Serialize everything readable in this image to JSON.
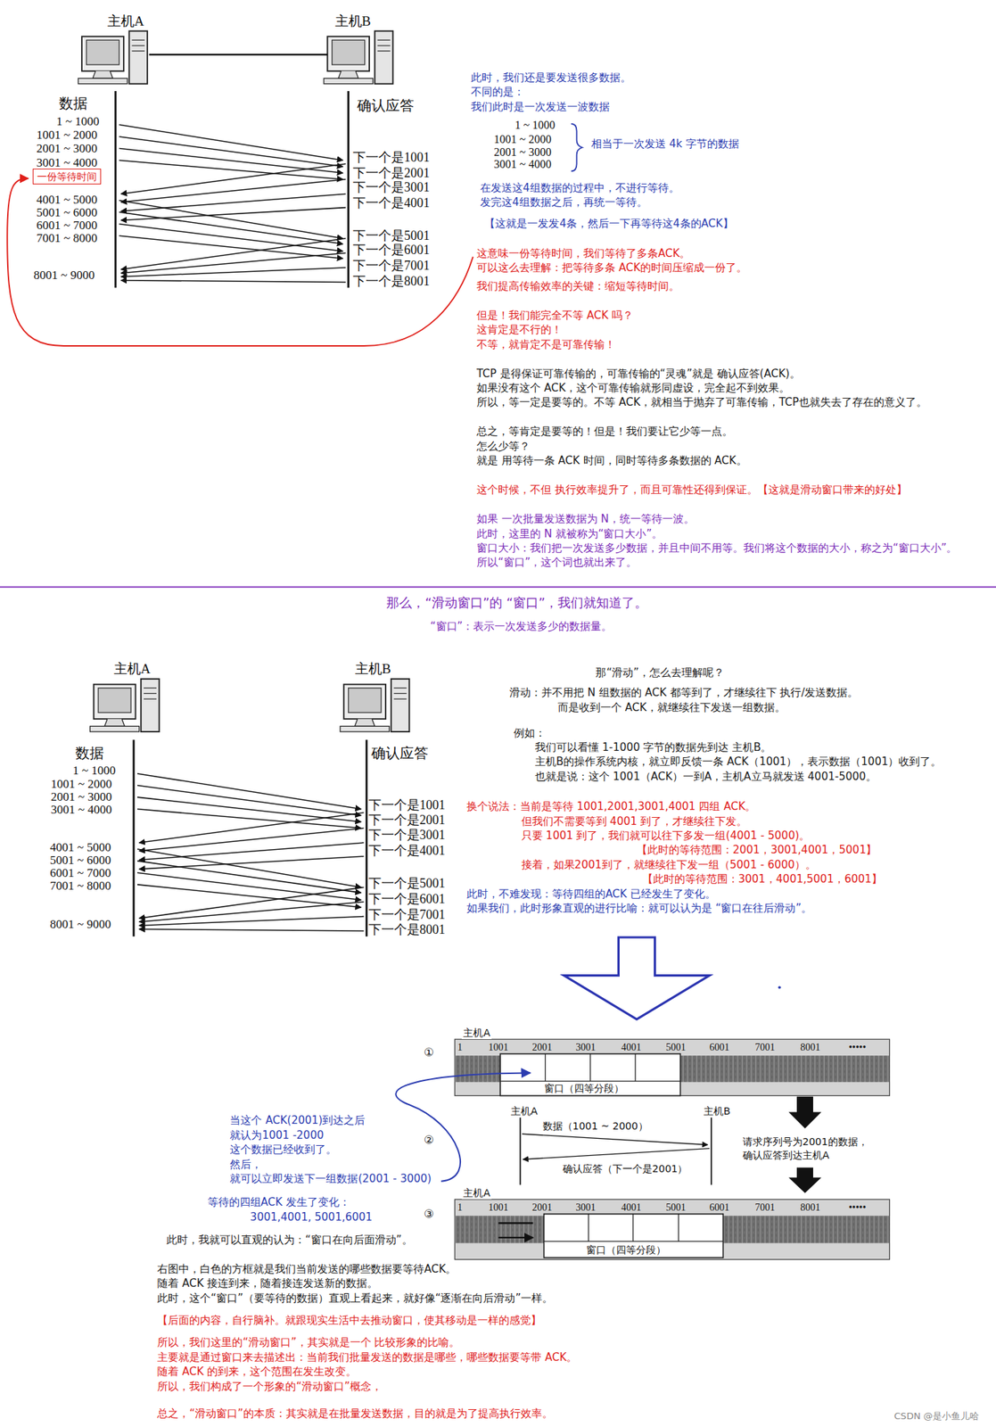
{
  "diagram": {
    "nodes": [
      {
        "text": [
          "一份等待时间"
        ]
      }
    ],
    "labels": [
      "主机A",
      "主机B",
      "数据",
      "确认应答",
      "1 ~ 1000",
      "1001 ~ 2000",
      "2001 ~ 3000",
      "3001 ~ 4000",
      "4001 ~ 5000",
      "5001 ~ 6000",
      "6001 ~ 7000",
      "7001 ~ 8000",
      "8001 ~ 9000",
      "下一个是1001",
      "下一个是2001",
      "下一个是3001",
      "下一个是4001",
      "下一个是5001",
      "下一个是6001",
      "下一个是7001",
      "下一个是8001",
      "此时，我们还是要发送很多数据。",
      "不同的是：",
      "我们此时是一次发送一波数据",
      "1 ~ 1000",
      "1001 ~ 2000",
      "2001 ~ 3000",
      "3001 ~ 4000",
      "相当于一次发送 4k 字节的数据",
      "在发送这4组数据的过程中，不进行等待。",
      "发完这4组数据之后，再统一等待。",
      "【这就是一发发4条，然后一下再等待这4条的ACK】",
      "这意味一份等待时间，我们等待了多条ACK。",
      "可以这么去理解：把等待多条 ACK的时间压缩成一份了。",
      "我们提高传输效率的关键：缩短等待时间。",
      "但是！我们能完全不等 ACK 吗？",
      "这肯定是不行的！",
      "不等，就肯定不是可靠传输！",
      "TCP 是得保证可靠传输的，可靠传输的“灵魂”就是 确认应答(ACK)。",
      "如果没有这个 ACK，这个可靠传输就形同虚设，完全起不到效果。",
      "所以，等一定是要等的。不等 ACK，就相当于抛弃了可靠传输，TCP也就失去了存在的意义了。",
      "总之，等肯定是要等的！但是！我们要让它少等一点。",
      "怎么少等？",
      "就是 用等待一条 ACK 时间，同时等待多条数据的 ACK。",
      "这个时候，不但 执行效率提升了，而且可靠性还得到保证。【这就是滑动窗口带来的好处】",
      "如果 一次批量发送数据为 N，统一等待一波。",
      "此时，这里的 N 就被称为“窗口大小”。",
      "窗口大小：我们把一次发送多少数据，并且中间不用等。我们将这个数据的大小，称之为“窗口大小”。",
      "所以“窗口”，这个词也就出来了。",
      "那么，“滑动窗口”的 “窗口”，我们就知道了。",
      "“窗口”：表示一次发送多少的数据量。",
      "主机A",
      "主机B",
      "数据",
      "确认应答",
      "1 ~ 1000",
      "1001 ~ 2000",
      "2001 ~ 3000",
      "3001 ~ 4000",
      "4001 ~ 5000",
      "5001 ~ 6000",
      "6001 ~ 7000",
      "7001 ~ 8000",
      "8001 ~ 9000",
      "下一个是1001",
      "下一个是2001",
      "下一个是3001",
      "下一个是4001",
      "下一个是5001",
      "下一个是6001",
      "下一个是7001",
      "下一个是8001",
      "那“滑动”，怎么去理解呢？",
      "滑动：并不用把 N 组数据的 ACK 都等到了，才继续往下 执行/发送数据。",
      "而是收到一个 ACK，就继续往下发送一组数据。",
      "例如：",
      "我们可以看懂 1-1000 字节的数据先到达 主机B。",
      "主机B的操作系统内核，就立即反馈一条 ACK（1001），表示数据（1001）收到了。",
      "也就是说：这个 1001（ACK）一到A，主机A立马就发送 4001-5000。",
      "换个说法：当前是等待 1001,2001,3001,4001 四组 ACK。",
      "但我们不需要等到 4001 到了，才继续往下发。",
      "只要 1001 到了，我们就可以往下多发一组(4001 - 5000)。",
      "【此时的等待范围：2001，3001,4001，5001】",
      "接着，如果2001到了，就继续往下发一组（5001 - 6000）。",
      "【此时的等待范围：3001，4001,5001，6001】",
      "此时，不难发现：等待四组的ACK 已经发生了变化。",
      "如果我们，此时形象直观的进行比喻：就可以认为是 “窗口在往后滑动”。",
      "主机A",
      "①",
      "1",
      "1001",
      "2001",
      "3001",
      "4001",
      "5001",
      "6001",
      "7001",
      "8001",
      "•••••",
      "窗口（四等分段）",
      "②",
      "主机A",
      "主机B",
      "数据（1001 ~ 2000）",
      "确认应答（下一个是2001）",
      "请求序列号为2001的数据，",
      "确认应答到达主机A",
      "③",
      "主机A",
      "1",
      "1001",
      "2001",
      "3001",
      "4001",
      "5001",
      "6001",
      "7001",
      "8001",
      "•••••",
      "窗口（四等分段）",
      "当这个 ACK(2001)到达之后",
      "就认为1001 -2000",
      "这个数据已经收到了。",
      "然后，",
      "就可以立即发送下一组数据(2001 - 3000)",
      "等待的四组ACK 发生了变化：",
      "3001,4001, 5001,6001",
      "此时，我就可以直观的认为：“窗口在向后面滑动”。",
      "右图中，白色的方框就是我们当前发送的哪些数据要等待ACK。",
      "随着 ACK 接连到来，随着接连发送新的数据。",
      "此时，这个“窗口”（要等待的数据）直观上看起来，就好像“逐渐在向后滑动”一样。",
      "【后面的内容，自行脑补。就跟现实生活中去推动窗口，使其移动是一样的感觉】",
      "所以，我们这里的“滑动窗口”，其实就是一个 比较形象的比喻。",
      "主要就是通过窗口来去描述出：当前我们批量发送的数据是哪些，哪些数据要等带 ACK。",
      "随着 ACK 的到来，这个范围在发生改变。",
      "所以，我们构成了一个形象的“滑动窗口”概念，",
      "总之，“滑动窗口”的本质：其实就是在批量发送数据，目的就是为了提高执行效率。",
      "CSDN @是小鱼儿哈"
    ]
  }
}
